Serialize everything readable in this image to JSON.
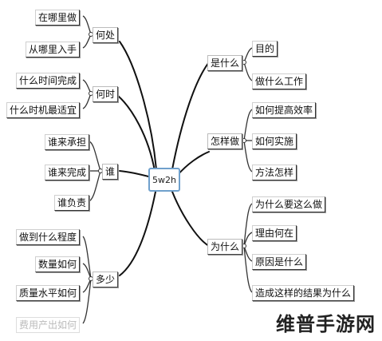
{
  "center": "5w2h",
  "branches": {
    "where": {
      "label": "何处",
      "items": [
        "在哪里做",
        "从哪里入手"
      ]
    },
    "when": {
      "label": "何时",
      "items": [
        "什么时间完成",
        "什么时机最适宜"
      ]
    },
    "who": {
      "label": "谁",
      "items": [
        "谁来承担",
        "谁来完成",
        "谁负责"
      ]
    },
    "how_much": {
      "label": "多少",
      "items": [
        "做到什么程度",
        "数量如何",
        "质量水平如何",
        "费用产出如何"
      ]
    },
    "what": {
      "label": "是什么",
      "items": [
        "目的",
        "做什么工作"
      ]
    },
    "how": {
      "label": "怎样做",
      "items": [
        "如何提高效率",
        "如何实施",
        "方法怎样"
      ]
    },
    "why": {
      "label": "为什么",
      "items": [
        "为什么要这么做",
        "理由何在",
        "原因是什么",
        "造成这样的结果为什么"
      ]
    }
  },
  "watermark": "维普手游网"
}
